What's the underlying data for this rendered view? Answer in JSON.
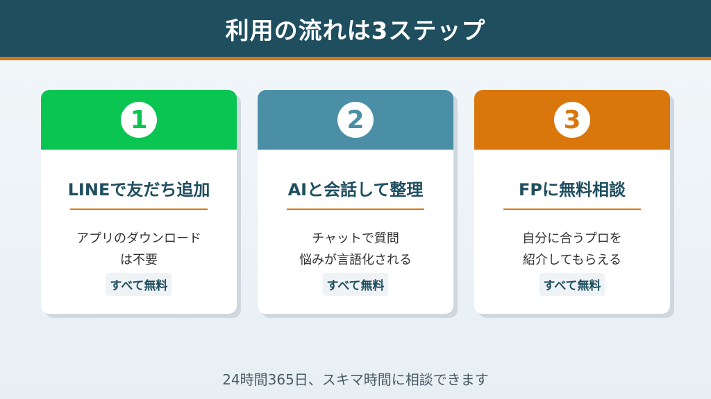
{
  "header": {
    "title": "利用の流れは3ステップ"
  },
  "steps": [
    {
      "number": "1",
      "title": "LINEで友だち追加",
      "desc1": "アプリのダウンロード",
      "desc2": "は不要",
      "badge": "すべて無料",
      "color": "#0ac552"
    },
    {
      "number": "2",
      "title": "AIと会話して整理",
      "desc1": "チャットで質問",
      "desc2": "悩みが言語化される",
      "badge": "すべて無料",
      "color": "#4a8fa6"
    },
    {
      "number": "3",
      "title": "FPに無料相談",
      "desc1": "自分に合うプロを",
      "desc2": "紹介してもらえる",
      "badge": "すべて無料",
      "color": "#d9770c"
    }
  ],
  "footer": {
    "note": "24時間365日、スキマ時間に相談できます"
  },
  "colors": {
    "header_bg": "#1f4e5f",
    "accent": "#d9770c"
  }
}
